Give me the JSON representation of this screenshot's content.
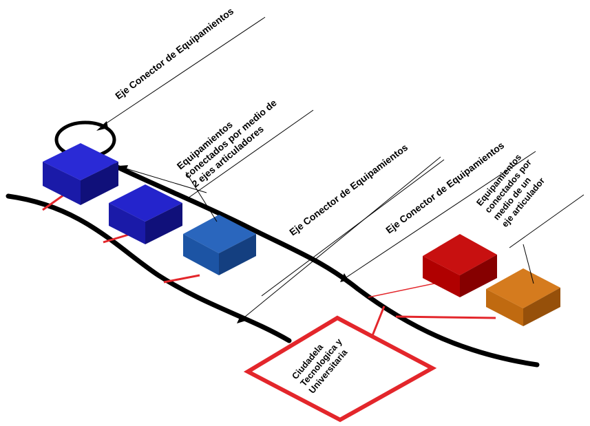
{
  "labels": {
    "top_axis": "Eje Conector de Equipamientos",
    "blue_group_line1": "Equipamientos",
    "blue_group_line2": "conectados por medio de",
    "blue_group_line3": "2 ejes articuladores",
    "mid_axis_1": "Eje Conector de Equipamientos",
    "mid_axis_2": "Eje Conector de Equipamientos",
    "orange_group_line1": "Equipamientos",
    "orange_group_line2": "conectados por",
    "orange_group_line3": "medio de  un",
    "orange_group_line4": "eje articulador",
    "center_line1": "Ciudadela",
    "center_line2": "Tecnologica y",
    "center_line3": "Universitaria"
  },
  "colors": {
    "axis": "#000000",
    "connector": "#e3262b",
    "blue_dark": "#1a1aa8",
    "blue_mid": "#1c54a4",
    "red_box": "#b00000",
    "orange_box": "#c06a10",
    "center_frame": "#e3262b"
  }
}
